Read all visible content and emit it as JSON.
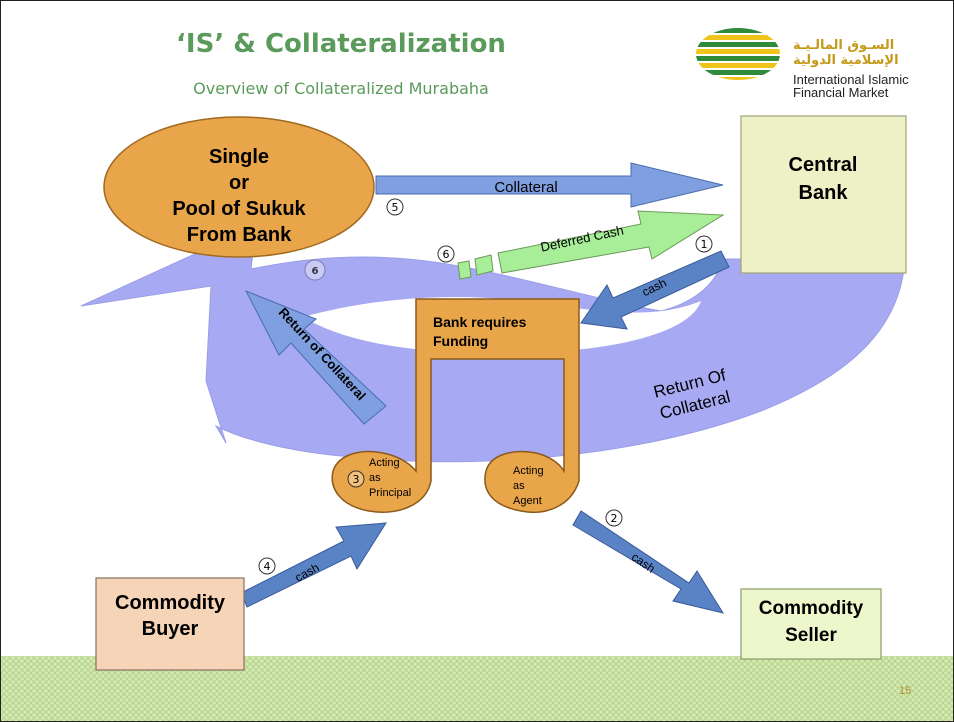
{
  "slide": {
    "title": "‘IS’ & Collateralization",
    "subtitle": "Overview of Collateralized Murabaha",
    "page_number": "15"
  },
  "logo": {
    "arabic_line1": "السـوق المالـيـة",
    "arabic_line2": "الإسلامية الدولية",
    "english_line1": "International Islamic",
    "english_line2": "Financial Market"
  },
  "nodes": {
    "sukuk_lines": [
      "Single",
      "or",
      "Pool of Sukuk",
      "From Bank"
    ],
    "central_bank_lines": [
      "Central",
      "Bank"
    ],
    "bank_requires_funding_lines": [
      "Bank requires",
      "Funding"
    ],
    "acting_principal_lines": [
      "Acting",
      "as",
      "Principal"
    ],
    "acting_agent_lines": [
      "Acting",
      "as",
      "Agent"
    ],
    "commodity_buyer_lines": [
      "Commodity",
      "Buyer"
    ],
    "commodity_seller_lines": [
      "Commodity",
      "Seller"
    ]
  },
  "flows": {
    "collateral": "Collateral",
    "deferred_cash": "Deferred Cash",
    "cash": "cash",
    "return_of_collateral": "Return of Collateral",
    "return_of_collateral_large_lines": [
      "Return Of",
      "Collateral"
    ]
  },
  "steps": {
    "s1": "1",
    "s2": "2",
    "s3": "3",
    "s4": "4",
    "s5": "5",
    "s6a": "6",
    "s6b": "6"
  },
  "colors": {
    "orange": "#e9a54a",
    "blue_arrow": "#5a83c6",
    "lavender": "#a7aaf2",
    "green_arrow": "#a8ee98",
    "central_bank_fill": "#eef0c6",
    "buyer_fill": "#f5d4b8",
    "seller_fill": "#eef7cc",
    "title_green": "#5a9a5a"
  }
}
